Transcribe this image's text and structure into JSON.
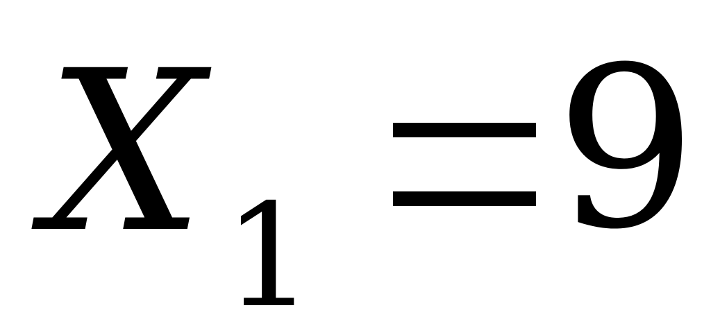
{
  "equation": {
    "variable": "X",
    "subscript": "1",
    "operator": "=",
    "value": "9"
  },
  "colors": {
    "text": "#000000",
    "background": "#ffffff"
  }
}
